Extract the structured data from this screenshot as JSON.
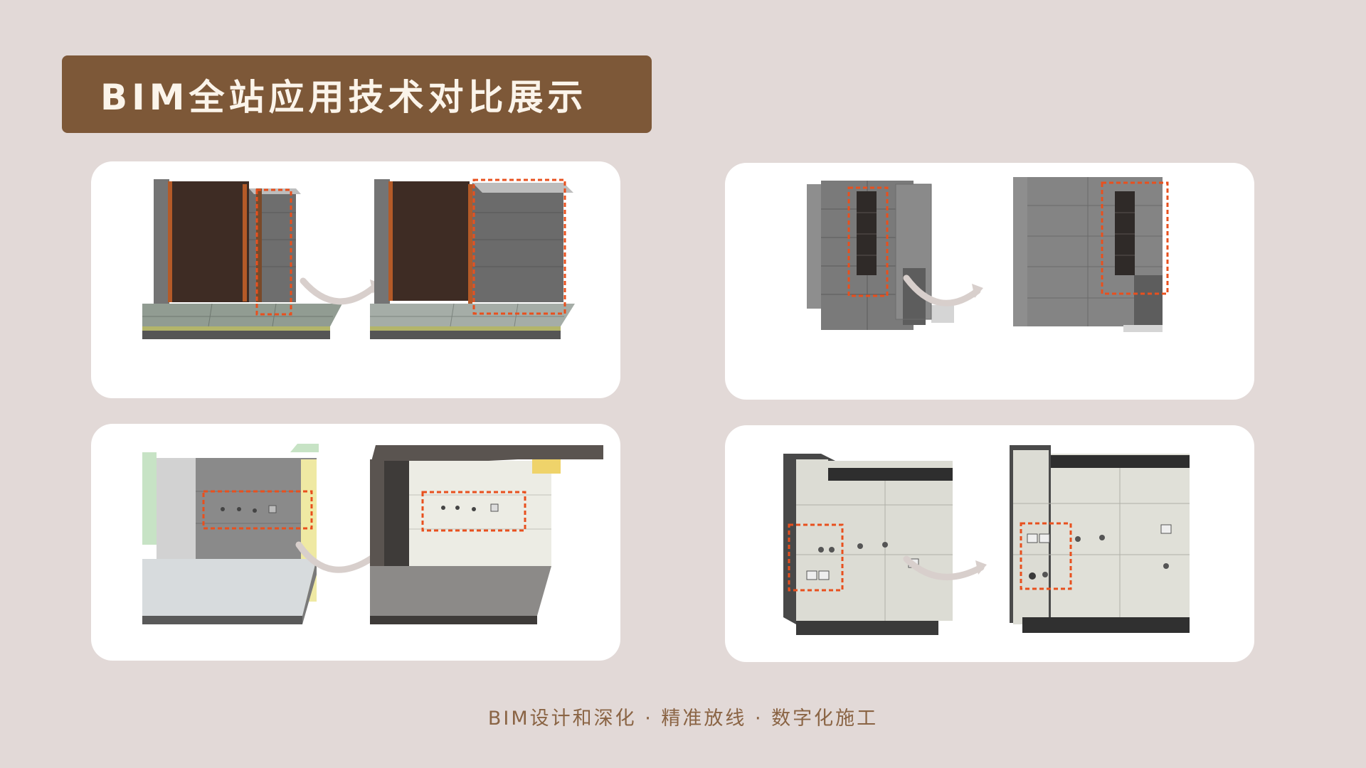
{
  "page": {
    "title": "BIM全站应用技术对比展示",
    "footer": "BIM设计和深化 · 精准放线 · 数字化施工"
  },
  "colors": {
    "background": "#e2d9d7",
    "title_bar": "#7d5838",
    "title_text": "#fbf4ea",
    "highlight": "#e8501e",
    "arrow": "#d8cfcc",
    "footer_text": "#8a6444"
  },
  "panels": [
    {
      "subject": "door-panel-wall",
      "views": [
        "before",
        "after"
      ]
    },
    {
      "subject": "niche-shelf-wall",
      "views": [
        "before",
        "after"
      ]
    },
    {
      "subject": "plumbing-outlet-wall",
      "views": [
        "before",
        "after"
      ]
    },
    {
      "subject": "socket-and-faucet-wall",
      "views": [
        "before",
        "after"
      ]
    }
  ]
}
